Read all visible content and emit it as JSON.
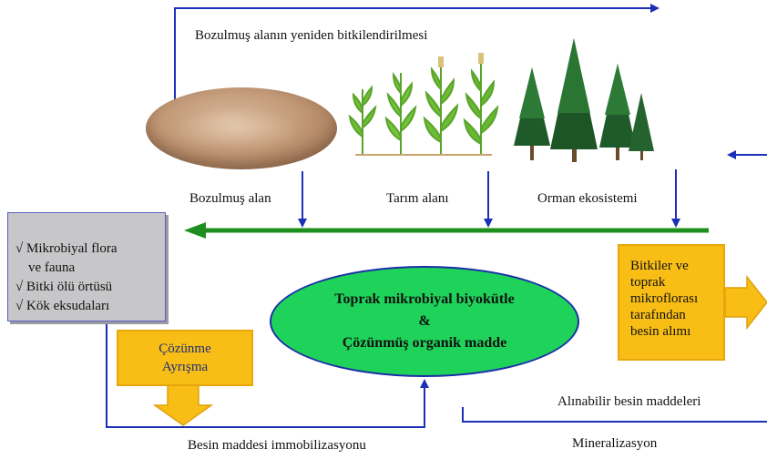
{
  "top_caption": "Bozulmuş alanın yeniden bitkilendirilmesi",
  "stages": {
    "degraded": "Bozulmuş alan",
    "agriculture": "Tarım alanı",
    "forest": "Orman ekosistemi"
  },
  "inputs_box": {
    "lines": [
      "√ Mikrobiyal flora",
      "ve fauna",
      "√ Bitki ölü örtüsü",
      "√ Kök eksudaları"
    ]
  },
  "decomposition_box": {
    "line1": "Çözünme",
    "line2": "Ayrışma"
  },
  "center_ellipse": {
    "line1": "Toprak mikrobiyal biyokütle",
    "line2": "&",
    "line3": "Çözünmüş organik madde"
  },
  "uptake_box": {
    "lines": [
      "Bitkiler ve",
      "toprak",
      "mikroflorası",
      "tarafından",
      "besin alımı"
    ]
  },
  "available_nutrients": "Alınabilir besin maddeleri",
  "immobilization": "Besin maddesi immobilizasyonu",
  "mineralization": "Mineralizasyon",
  "colors": {
    "blue_line": "#1c2fb8",
    "green_arrow": "#1e8f1e",
    "ellipse_fill": "#1fd35a",
    "orange_box": "#f9be16",
    "grey_box": "#c7c7c9"
  },
  "icons": [
    "grass-sprout-icon",
    "tree-icon"
  ]
}
